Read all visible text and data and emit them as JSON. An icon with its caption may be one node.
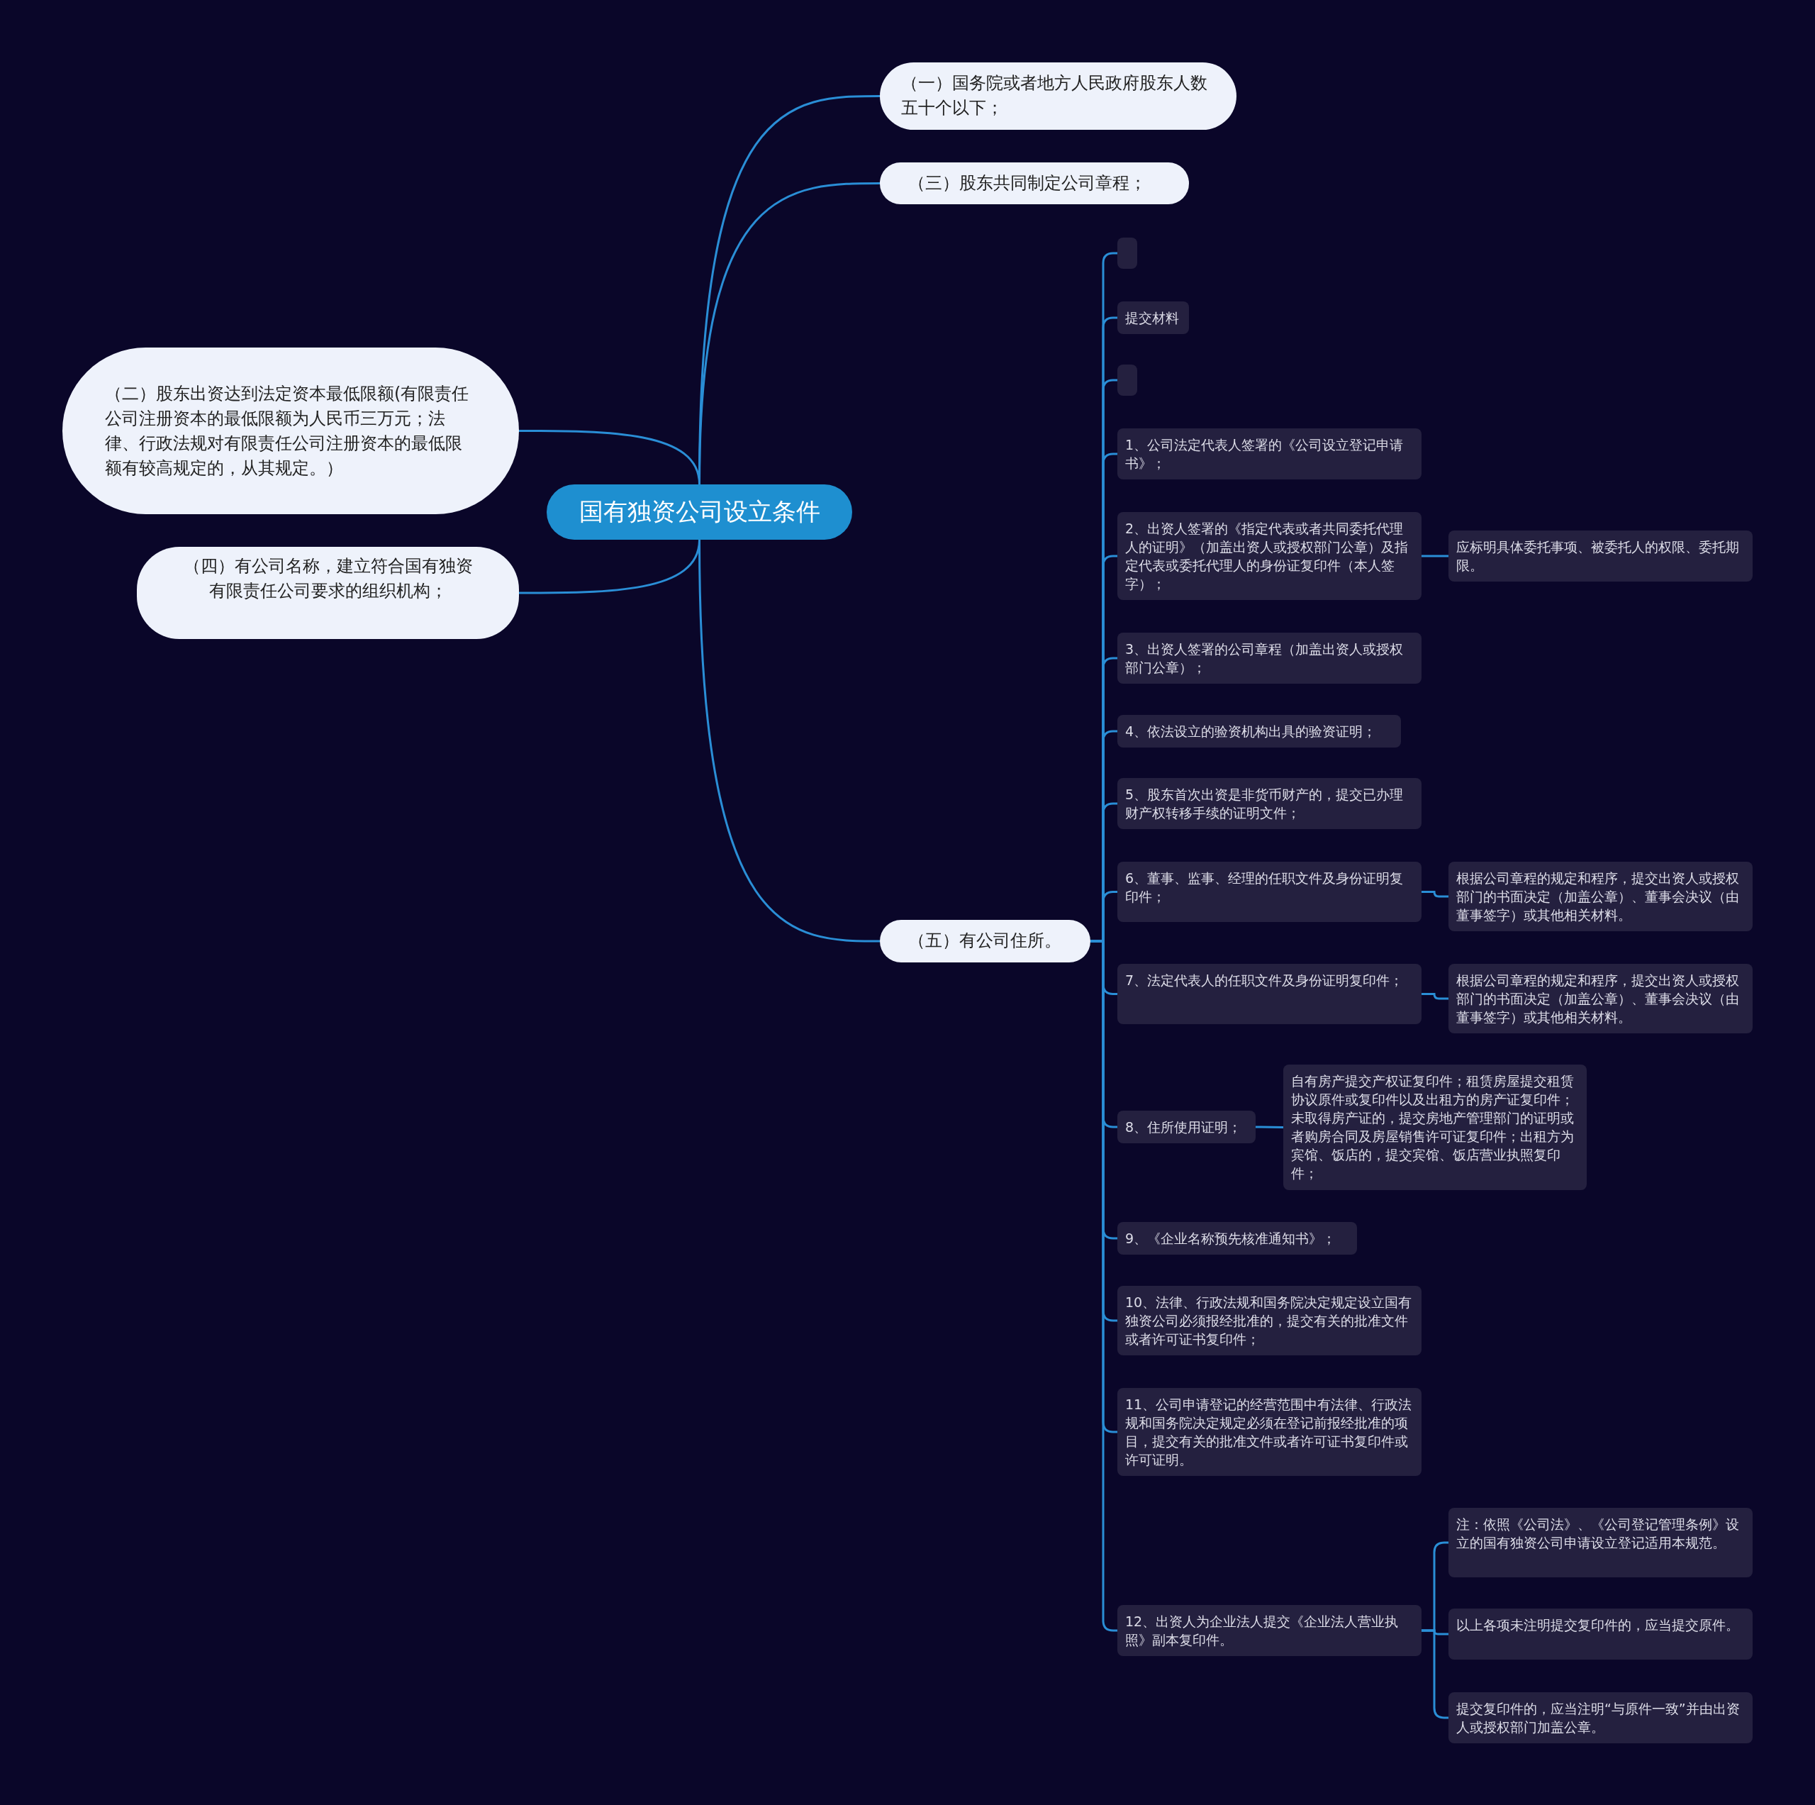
{
  "diagram": {
    "nodes": [
      {
        "text": [
          "国有独资公司设立条件"
        ]
      },
      {
        "text": [
          "（一）国务院或者地方人民政府股东人数五十个以下；"
        ]
      },
      {
        "text": [
          "（三）股东共同制定公司章程；"
        ]
      },
      {
        "text": [
          "（二）股东出资达到法定资本最低限额(有限责任公司注册资本的最低限额为人民币三万元；法律、行政法规对有限责任公司注册资本的最低限额有较高规定的，从其规定。）"
        ]
      },
      {
        "text": [
          "（四）有公司名称，建立符合国有独资有限责任公司要求的组织机构；"
        ]
      },
      {
        "text": [
          "（五）有公司住所。"
        ]
      },
      {
        "text": [],
        "shape": "box"
      },
      {
        "text": [
          "提交材料"
        ]
      },
      {
        "text": [],
        "shape": "box"
      },
      {
        "text": [
          "1、公司法定代表人签署的《公司设立登记申请书》；"
        ]
      },
      {
        "text": [
          "2、出资人签署的《指定代表或者共同委托代理人的证明》（加盖出资人或授权部门公章）及指定代表或委托代理人的身份证复印件（本人签字）；"
        ]
      },
      {
        "text": [
          "应标明具体委托事项、被委托人的权限、委托期限。"
        ]
      },
      {
        "text": [
          "3、出资人签署的公司章程（加盖出资人或授权部门公章）；"
        ]
      },
      {
        "text": [
          "4、依法设立的验资机构出具的验资证明；"
        ]
      },
      {
        "text": [
          "5、股东首次出资是非货币财产的，提交已办理财产权转移手续的证明文件；"
        ]
      },
      {
        "text": [
          "6、董事、监事、经理的任职文件及身份证明复印件；"
        ]
      },
      {
        "text": [
          "根据公司章程的规定和程序，提交出资人或授权部门的书面决定（加盖公章）、董事会决议（由董事签字）或其他相关材料。"
        ]
      },
      {
        "text": [
          "7、法定代表人的任职文件及身份证明复印件；"
        ]
      },
      {
        "text": [
          "根据公司章程的规定和程序，提交出资人或授权部门的书面决定（加盖公章）、董事会决议（由董事签字）或其他相关材料。"
        ]
      },
      {
        "text": [
          "8、住所使用证明；"
        ]
      },
      {
        "text": [
          "自有房产提交产权证复印件；租赁房屋提交租赁协议原件或复印件以及出租方的房产证复印件；未取得房产证的，提交房地产管理部门的证明或者购房合同及房屋销售许可证复印件；出租方为宾馆、饭店的，提交宾馆、饭店营业执照复印件；"
        ]
      },
      {
        "text": [
          "9、《企业名称预先核准通知书》；"
        ]
      },
      {
        "text": [
          "10、法律、行政法规和国务院决定规定设立国有独资公司必须报经批准的，提交有关的批准文件或者许可证书复印件；"
        ]
      },
      {
        "text": [
          "11、公司申请登记的经营范围中有法律、行政法规和国务院决定规定必须在登记前报经批准的项目，提交有关的批准文件或者许可证书复印件或许可证明。"
        ]
      },
      {
        "text": [
          "12、出资人为企业法人提交《企业法人营业执照》副本复印件。"
        ]
      },
      {
        "text": [
          "注：依照《公司法》、《公司登记管理条例》设立的国有独资公司申请设立登记适用本规范。"
        ]
      },
      {
        "text": [
          "以上各项未注明提交复印件的，应当提交原件。"
        ]
      },
      {
        "text": [
          "提交复印件的，应当注明“与原件一致”并由出资人或授权部门加盖公章。"
        ]
      }
    ],
    "edges": [
      {
        "from": 0,
        "to": 1,
        "arrow": "none"
      },
      {
        "from": 0,
        "to": 2,
        "arrow": "none"
      },
      {
        "from": 0,
        "to": 3,
        "arrow": "none"
      },
      {
        "from": 0,
        "to": 4,
        "arrow": "none"
      },
      {
        "from": 0,
        "to": 5,
        "arrow": "none"
      },
      {
        "from": 5,
        "to": 6,
        "arrow": "none"
      },
      {
        "from": 5,
        "to": 7,
        "arrow": "none"
      },
      {
        "from": 5,
        "to": 8,
        "arrow": "none"
      },
      {
        "from": 5,
        "to": 9,
        "arrow": "none"
      },
      {
        "from": 5,
        "to": 10,
        "arrow": "none"
      },
      {
        "from": 10,
        "to": 11,
        "arrow": "none"
      },
      {
        "from": 5,
        "to": 12,
        "arrow": "none"
      },
      {
        "from": 5,
        "to": 13,
        "arrow": "none"
      },
      {
        "from": 5,
        "to": 14,
        "arrow": "none"
      },
      {
        "from": 5,
        "to": 15,
        "arrow": "none"
      },
      {
        "from": 15,
        "to": 16,
        "arrow": "none"
      },
      {
        "from": 5,
        "to": 17,
        "arrow": "none"
      },
      {
        "from": 17,
        "to": 18,
        "arrow": "none"
      },
      {
        "from": 5,
        "to": 19,
        "arrow": "none"
      },
      {
        "from": 19,
        "to": 20,
        "arrow": "none"
      },
      {
        "from": 5,
        "to": 21,
        "arrow": "none"
      },
      {
        "from": 5,
        "to": 22,
        "arrow": "none"
      },
      {
        "from": 5,
        "to": 23,
        "arrow": "none"
      },
      {
        "from": 5,
        "to": 24,
        "arrow": "none"
      },
      {
        "from": 24,
        "to": 25,
        "arrow": "none"
      },
      {
        "from": 24,
        "to": 26,
        "arrow": "none"
      },
      {
        "from": 24,
        "to": 27,
        "arrow": "none"
      }
    ]
  }
}
